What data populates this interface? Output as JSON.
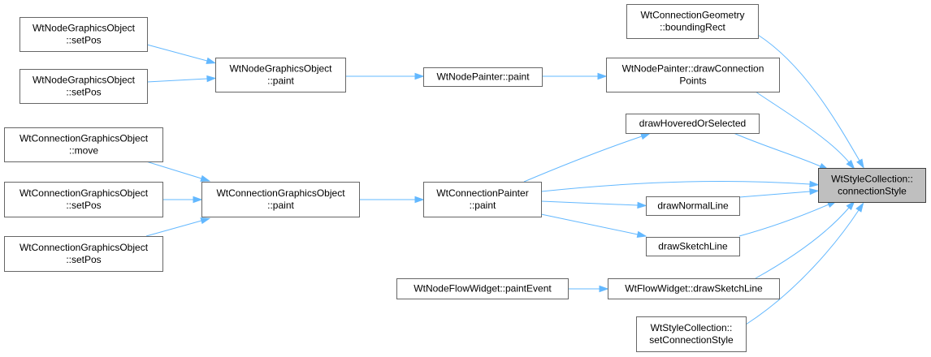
{
  "graph": {
    "colors": {
      "edge": "#63b8ff",
      "node_border": "#666666",
      "target_fill": "#bfbfbf",
      "target_border": "#404040"
    },
    "nodes": [
      {
        "id": "n_geom",
        "lines": [
          "WtConnectionGeometry",
          "::boundingRect"
        ]
      },
      {
        "id": "n_ngo_setpos1",
        "lines": [
          "WtNodeGraphicsObject",
          "::setPos"
        ]
      },
      {
        "id": "n_ngo_paint",
        "lines": [
          "WtNodeGraphicsObject",
          "::paint"
        ]
      },
      {
        "id": "n_np_paint",
        "lines": [
          "WtNodePainter::paint"
        ]
      },
      {
        "id": "n_np_dcp",
        "lines": [
          "WtNodePainter::drawConnection",
          "Points"
        ]
      },
      {
        "id": "n_ngo_setpos2",
        "lines": [
          "WtNodeGraphicsObject",
          "::setPos"
        ]
      },
      {
        "id": "n_dhos",
        "lines": [
          "drawHoveredOrSelected"
        ]
      },
      {
        "id": "n_cgo_move",
        "lines": [
          "WtConnectionGraphicsObject",
          "::move"
        ]
      },
      {
        "id": "n_target",
        "lines": [
          "WtStyleCollection::",
          "connectionStyle"
        ],
        "target": true
      },
      {
        "id": "n_cgo_setpos1",
        "lines": [
          "WtConnectionGraphicsObject",
          "::setPos"
        ]
      },
      {
        "id": "n_cgo_paint",
        "lines": [
          "WtConnectionGraphicsObject",
          "::paint"
        ]
      },
      {
        "id": "n_cp_paint",
        "lines": [
          "WtConnectionPainter",
          "::paint"
        ]
      },
      {
        "id": "n_dnl",
        "lines": [
          "drawNormalLine"
        ]
      },
      {
        "id": "n_dsl",
        "lines": [
          "drawSketchLine"
        ]
      },
      {
        "id": "n_cgo_setpos2",
        "lines": [
          "WtConnectionGraphicsObject",
          "::setPos"
        ]
      },
      {
        "id": "n_nfw_pe",
        "lines": [
          "WtNodeFlowWidget::paintEvent"
        ]
      },
      {
        "id": "n_fw_dsl",
        "lines": [
          "WtFlowWidget::drawSketchLine"
        ]
      },
      {
        "id": "n_sc_scs",
        "lines": [
          "WtStyleCollection::",
          "setConnectionStyle"
        ]
      }
    ],
    "edges": [
      {
        "from": "n_ngo_setpos1",
        "to": "n_ngo_paint"
      },
      {
        "from": "n_ngo_setpos2",
        "to": "n_ngo_paint"
      },
      {
        "from": "n_ngo_paint",
        "to": "n_np_paint"
      },
      {
        "from": "n_np_paint",
        "to": "n_np_dcp"
      },
      {
        "from": "n_geom",
        "to": "n_target"
      },
      {
        "from": "n_np_dcp",
        "to": "n_target"
      },
      {
        "from": "n_dhos",
        "to": "n_target"
      },
      {
        "from": "n_cp_paint",
        "to": "n_target"
      },
      {
        "from": "n_dnl",
        "to": "n_target"
      },
      {
        "from": "n_dsl",
        "to": "n_target"
      },
      {
        "from": "n_fw_dsl",
        "to": "n_target"
      },
      {
        "from": "n_sc_scs",
        "to": "n_target"
      },
      {
        "from": "n_cgo_move",
        "to": "n_cgo_paint"
      },
      {
        "from": "n_cgo_setpos1",
        "to": "n_cgo_paint"
      },
      {
        "from": "n_cgo_setpos2",
        "to": "n_cgo_paint"
      },
      {
        "from": "n_cgo_paint",
        "to": "n_cp_paint"
      },
      {
        "from": "n_cp_paint",
        "to": "n_dhos"
      },
      {
        "from": "n_cp_paint",
        "to": "n_dnl"
      },
      {
        "from": "n_cp_paint",
        "to": "n_dsl"
      },
      {
        "from": "n_nfw_pe",
        "to": "n_fw_dsl"
      }
    ]
  }
}
